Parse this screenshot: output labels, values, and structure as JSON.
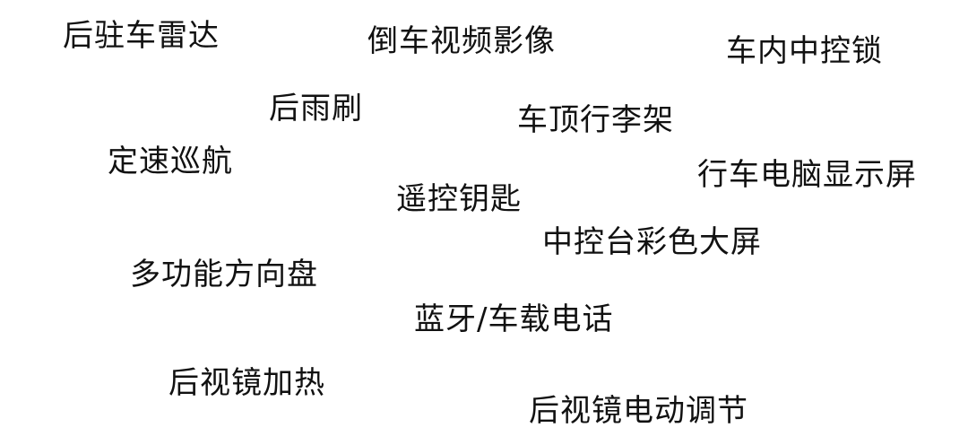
{
  "features": [
    "后驻车雷达",
    "倒车视频影像",
    "车内中控锁",
    "后雨刷",
    "车顶行李架",
    "定速巡航",
    "行车电脑显示屏",
    "遥控钥匙",
    "中控台彩色大屏",
    "多功能方向盘",
    "蓝牙/车载电话",
    "后视镜加热",
    "后视镜电动调节"
  ],
  "colors": {
    "background": "#ffffff",
    "text": "#111111"
  }
}
